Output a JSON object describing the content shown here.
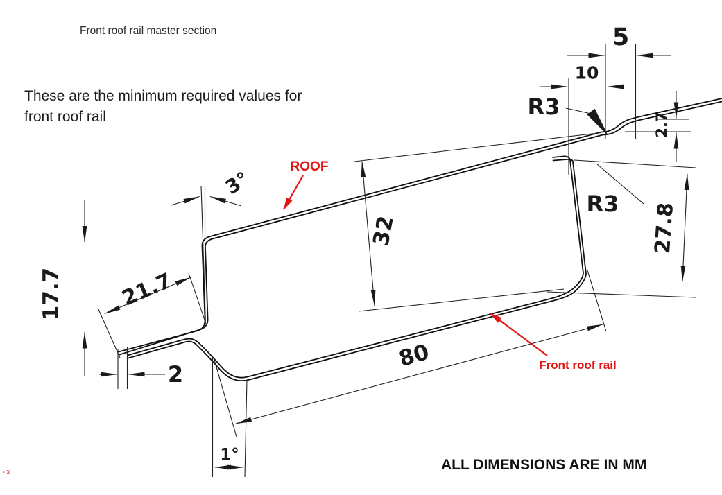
{
  "header": {
    "title": "Front roof rail master section",
    "subtitle_line1": "These are the minimum required values for",
    "subtitle_line2": "front roof rail"
  },
  "footer": {
    "note": "ALL DIMENSIONS ARE IN MM",
    "axis_marker": "-x"
  },
  "annotations": {
    "roof_label": "ROOF",
    "rail_label": "Front roof rail"
  },
  "dimensions": {
    "flange_height": "17.7",
    "flange_length": "21.7",
    "flange_end_offset": "2",
    "web_angle": "3°",
    "section_depth": "32",
    "bottom_wall_length": "80",
    "bottom_angle": "1°",
    "radius_top": "R3",
    "radius_right": "R3",
    "joint_overlap": "5",
    "joint_length": "10",
    "joint_step": "2.7",
    "right_web_height": "27.8"
  },
  "colors": {
    "sheet_line": "#111111",
    "dimension_line": "#222222",
    "annotation_red": "#e21313",
    "text": "#1c1c1c"
  }
}
